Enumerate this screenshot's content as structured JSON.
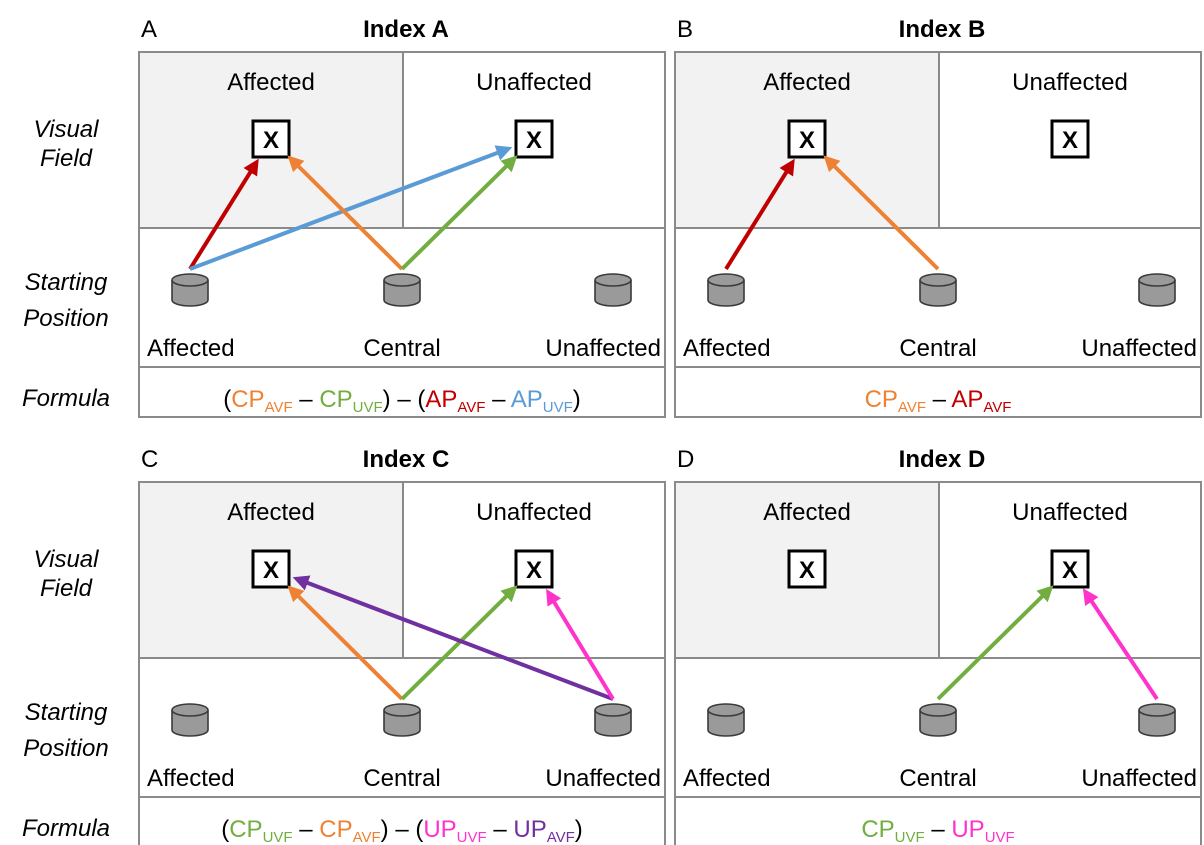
{
  "colors": {
    "orange": "#ee8234",
    "green": "#72ad40",
    "red": "#c00000",
    "blue": "#5a9bd5",
    "magenta": "#ff33cc",
    "purple": "#7030a0",
    "field_gray": "#f2f2f2",
    "border": "#8a8a8a",
    "cylinder": "#9a9a9a"
  },
  "row_labels": {
    "visual_field": [
      "Visual",
      "Field"
    ],
    "starting_position": [
      "Starting",
      "Position"
    ],
    "formula": "Formula"
  },
  "field_labels": {
    "affected": "Affected",
    "unaffected": "Unaffected"
  },
  "position_labels": {
    "affected": "Affected",
    "central": "Central",
    "unaffected": "Unaffected"
  },
  "target_mark": "X",
  "panels": [
    {
      "letter": "A",
      "title": "Index A",
      "formula": [
        {
          "t": "("
        },
        {
          "t": "CP",
          "s": "AVF",
          "c": "orange"
        },
        {
          "t": " – "
        },
        {
          "t": "CP",
          "s": "UVF",
          "c": "green"
        },
        {
          "t": ") – ("
        },
        {
          "t": "AP",
          "s": "AVF",
          "c": "red"
        },
        {
          "t": " – "
        },
        {
          "t": "AP",
          "s": "UVF",
          "c": "blue"
        },
        {
          "t": ")"
        }
      ],
      "arrows": [
        {
          "from": "affected",
          "to": "affected",
          "color": "red"
        },
        {
          "from": "affected",
          "to": "unaffected",
          "color": "blue"
        },
        {
          "from": "central",
          "to": "affected",
          "color": "orange"
        },
        {
          "from": "central",
          "to": "unaffected",
          "color": "green"
        }
      ]
    },
    {
      "letter": "B",
      "title": "Index B",
      "formula": [
        {
          "t": "CP",
          "s": "AVF",
          "c": "orange"
        },
        {
          "t": " – "
        },
        {
          "t": "AP",
          "s": "AVF",
          "c": "red"
        }
      ],
      "arrows": [
        {
          "from": "affected",
          "to": "affected",
          "color": "red"
        },
        {
          "from": "central",
          "to": "affected",
          "color": "orange"
        }
      ]
    },
    {
      "letter": "C",
      "title": "Index C",
      "formula": [
        {
          "t": "("
        },
        {
          "t": "CP",
          "s": "UVF",
          "c": "green"
        },
        {
          "t": " – "
        },
        {
          "t": "CP",
          "s": "AVF",
          "c": "orange"
        },
        {
          "t": ") – ("
        },
        {
          "t": "UP",
          "s": "UVF",
          "c": "magenta"
        },
        {
          "t": " – "
        },
        {
          "t": "UP",
          "s": "AVF",
          "c": "purple"
        },
        {
          "t": ")"
        }
      ],
      "arrows": [
        {
          "from": "central",
          "to": "affected",
          "color": "orange"
        },
        {
          "from": "central",
          "to": "unaffected",
          "color": "green"
        },
        {
          "from": "unaffected",
          "to": "affected",
          "color": "purple"
        },
        {
          "from": "unaffected",
          "to": "unaffected",
          "color": "magenta"
        }
      ]
    },
    {
      "letter": "D",
      "title": "Index D",
      "formula": [
        {
          "t": "CP",
          "s": "UVF",
          "c": "green"
        },
        {
          "t": " – "
        },
        {
          "t": "UP",
          "s": "UVF",
          "c": "magenta"
        }
      ],
      "arrows": [
        {
          "from": "central",
          "to": "unaffected",
          "color": "green"
        },
        {
          "from": "unaffected",
          "to": "unaffected",
          "color": "magenta"
        }
      ]
    }
  ]
}
